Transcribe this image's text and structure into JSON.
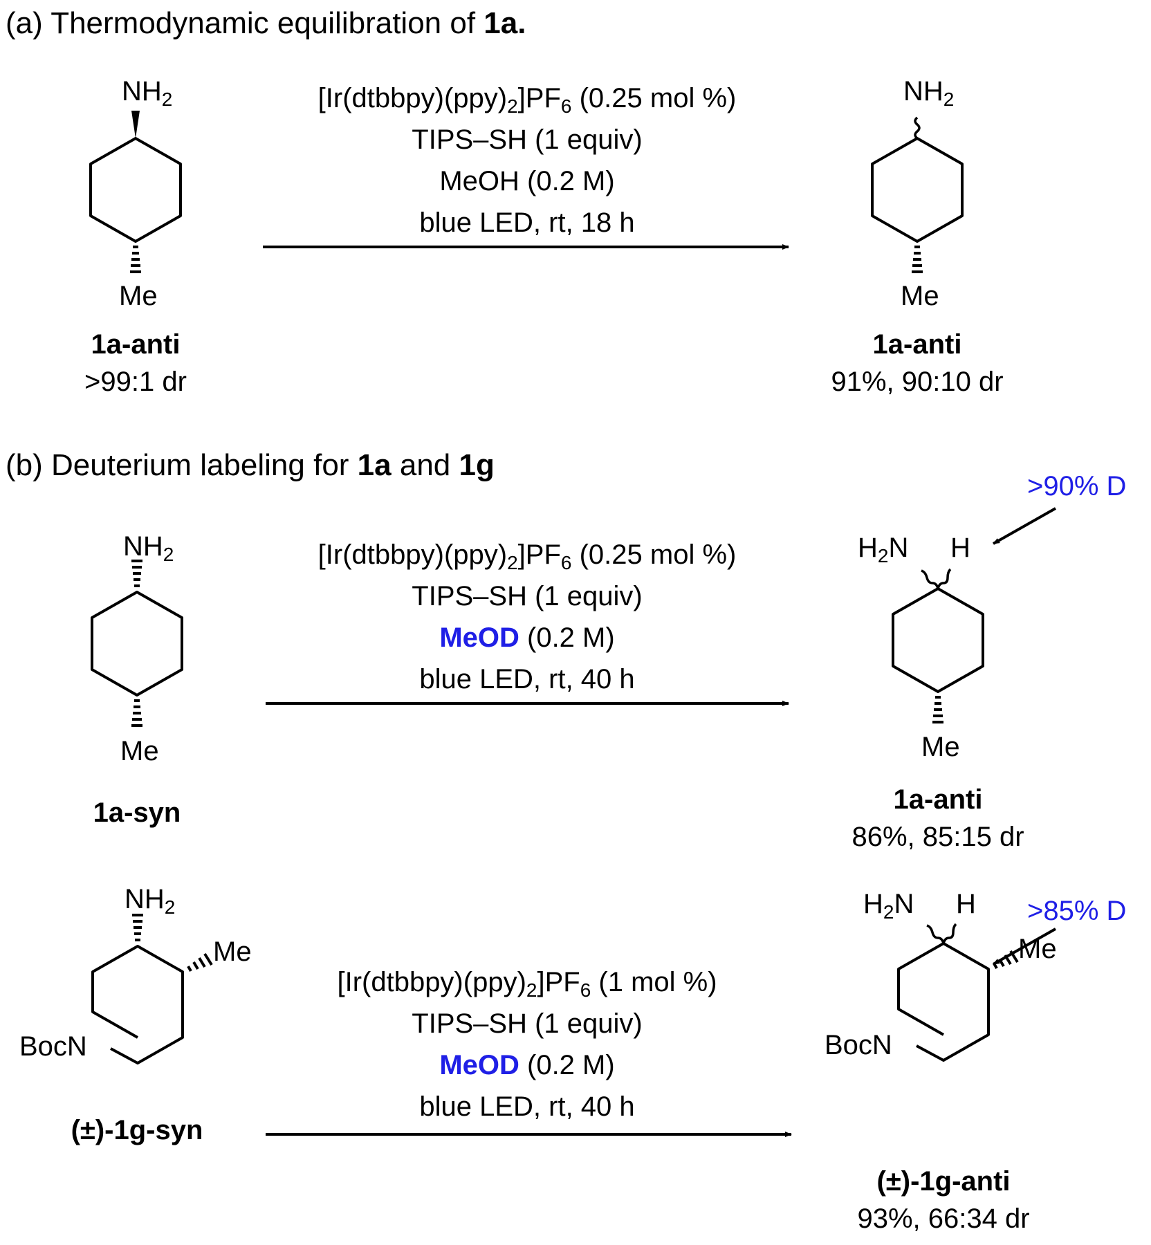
{
  "section_a": {
    "prefix": "(a) Thermodynamic equilibration of ",
    "bold": "1a."
  },
  "section_b": {
    "prefix": "(b) Deuterium labeling for ",
    "bold1": "1a",
    "mid": " and ",
    "bold2": "1g"
  },
  "atoms": {
    "nh2": "NH",
    "nh2_sub": "2",
    "h2n_sub": "2",
    "h2n_h": "H",
    "h2n_n": "N",
    "me": "Me",
    "h": "H",
    "bocn": "BocN"
  },
  "reactions": [
    {
      "cond1_pre": "[Ir(dtbbpy)(ppy)",
      "cond1_sub2": "2",
      "cond1_mid": "]PF",
      "cond1_sub6": "6",
      "cond1_post": " (0.25 mol %)",
      "cond2": "TIPS–SH (1 equiv)",
      "solvent": "MeOH",
      "solvent_conc": " (0.2 M)",
      "cond4": "blue LED, rt, 18 h",
      "sm_label": "1a-anti",
      "sm_sub": ">99:1 dr",
      "prod_label": "1a-anti",
      "prod_sub": "91%, 90:10 dr"
    },
    {
      "cond1_pre": "[Ir(dtbbpy)(ppy)",
      "cond1_sub2": "2",
      "cond1_mid": "]PF",
      "cond1_sub6": "6",
      "cond1_post": " (0.25 mol %)",
      "cond2": "TIPS–SH (1 equiv)",
      "solvent": "MeOD",
      "solvent_conc": " (0.2 M)",
      "cond4": "blue LED, rt, 40 h",
      "sm_label": "1a-syn",
      "prod_label": "1a-anti",
      "prod_sub": "86%, 85:15 dr",
      "deut": ">90% D"
    },
    {
      "cond1_pre": "[Ir(dtbbpy)(ppy)",
      "cond1_sub2": "2",
      "cond1_mid": "]PF",
      "cond1_sub6": "6",
      "cond1_post": " (1 mol %)",
      "cond2": "TIPS–SH (1 equiv)",
      "solvent": "MeOD",
      "solvent_conc": " (0.2 M)",
      "cond4": "blue LED, rt, 40 h",
      "sm_label": "(±)-1g-syn",
      "prod_label": "(±)-1g-anti",
      "prod_sub": "93%, 66:34 dr",
      "deut": ">85% D"
    }
  ],
  "colors": {
    "accent_blue": "#1f1fe6",
    "ink": "#000000"
  }
}
